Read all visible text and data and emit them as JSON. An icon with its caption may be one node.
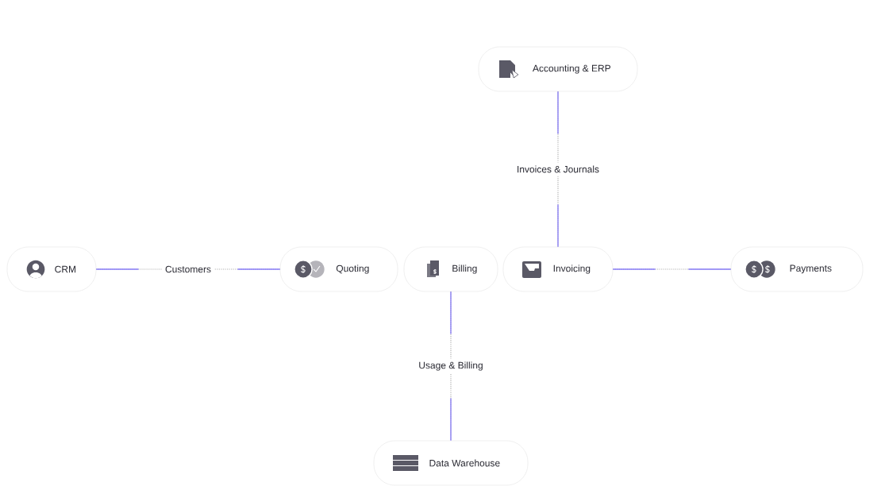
{
  "diagram": {
    "nodes": [
      {
        "text": [
          "CRM"
        ]
      },
      {
        "text": [
          "Quoting"
        ]
      },
      {
        "text": [
          "Billing"
        ]
      },
      {
        "text": [
          "Invoicing"
        ]
      },
      {
        "text": [
          "Payments"
        ]
      },
      {
        "text": [
          "Accounting & ERP"
        ]
      },
      {
        "text": [
          "Data Warehouse"
        ]
      }
    ],
    "edges": [
      {
        "from": 0,
        "to": 1,
        "arrow": "none",
        "label": "Customers"
      },
      {
        "from": 3,
        "to": 4,
        "arrow": "none"
      },
      {
        "from": 5,
        "to": 3,
        "arrow": "none",
        "label": "Invoices & Journals"
      },
      {
        "from": 2,
        "to": 6,
        "arrow": "none",
        "label": "Usage & Billing"
      }
    ]
  }
}
